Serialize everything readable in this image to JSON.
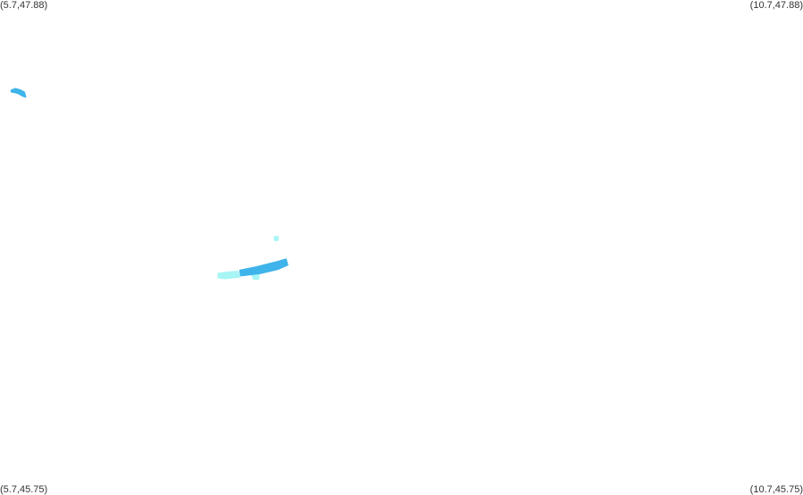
{
  "map": {
    "corners": {
      "top_left": "(5.7,47.88)",
      "top_right": "(10.7,47.88)",
      "bottom_left": "(5.7,45.75)",
      "bottom_right": "(10.7,45.75)"
    },
    "bounds": {
      "lon_min": 5.7,
      "lon_max": 10.7,
      "lat_min": 45.75,
      "lat_max": 47.88
    },
    "colors": {
      "background": "#ffffff",
      "blue": "#3fb4ea",
      "light_blue": "#5bc6f2",
      "cyan": "#a8f5f5"
    },
    "features": [
      {
        "kind": "patch",
        "color": "blue",
        "points": [
          [
            5.772,
            47.484
          ],
          [
            5.796,
            47.481
          ],
          [
            5.818,
            47.476
          ],
          [
            5.836,
            47.468
          ],
          [
            5.858,
            47.462
          ],
          [
            5.851,
            47.481
          ],
          [
            5.828,
            47.49
          ],
          [
            5.796,
            47.496
          ],
          [
            5.772,
            47.49
          ]
        ]
      },
      {
        "kind": "patch",
        "color": "cyan",
        "points": [
          [
            7.06,
            46.698
          ],
          [
            7.11,
            46.703
          ],
          [
            7.18,
            46.707
          ],
          [
            7.19,
            46.684
          ],
          [
            7.1,
            46.678
          ],
          [
            7.06,
            46.682
          ]
        ]
      },
      {
        "kind": "patch",
        "color": "cyan",
        "points": [
          [
            7.265,
            46.7
          ],
          [
            7.28,
            46.675
          ],
          [
            7.31,
            46.675
          ],
          [
            7.31,
            46.7
          ]
        ]
      },
      {
        "kind": "patch",
        "color": "blue",
        "points": [
          [
            7.195,
            46.712
          ],
          [
            7.3,
            46.727
          ],
          [
            7.41,
            46.746
          ],
          [
            7.48,
            46.76
          ],
          [
            7.49,
            46.736
          ],
          [
            7.43,
            46.718
          ],
          [
            7.32,
            46.7
          ],
          [
            7.2,
            46.69
          ]
        ]
      },
      {
        "kind": "patch",
        "color": "cyan",
        "points": [
          [
            7.41,
            46.857
          ],
          [
            7.43,
            46.857
          ],
          [
            7.43,
            46.843
          ],
          [
            7.41,
            46.843
          ]
        ]
      }
    ]
  }
}
